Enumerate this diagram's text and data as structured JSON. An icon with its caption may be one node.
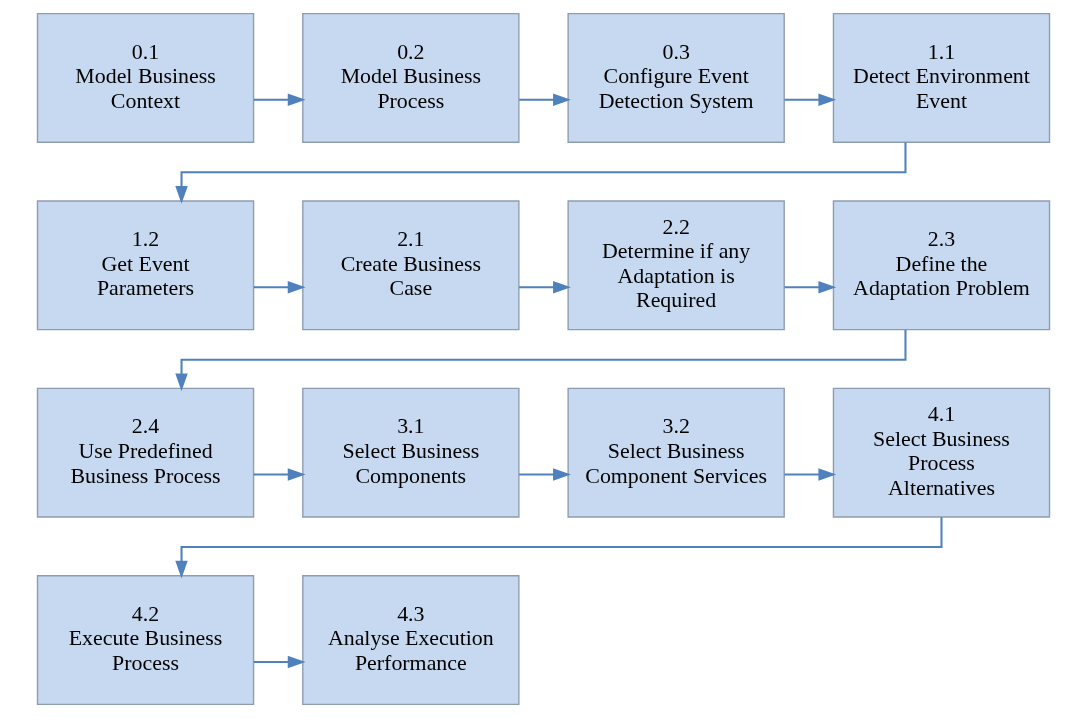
{
  "diagram": {
    "nodes": [
      {
        "text": [
          "0.1",
          "Model Business Context"
        ]
      },
      {
        "text": [
          "0.2",
          "Model Business Process"
        ]
      },
      {
        "text": [
          "0.3",
          "Configure Event Detection System"
        ]
      },
      {
        "text": [
          "1.1",
          "Detect Environment Event"
        ]
      },
      {
        "text": [
          "1.2",
          "Get Event Parameters"
        ]
      },
      {
        "text": [
          "2.1",
          "Create Business Case"
        ]
      },
      {
        "text": [
          "2.2",
          "Determine if any Adaptation is Required"
        ]
      },
      {
        "text": [
          "2.3",
          "Define the Adaptation Problem"
        ]
      },
      {
        "text": [
          "2.4",
          "Use Predefined Business Process"
        ]
      },
      {
        "text": [
          "3.1",
          "Select Business Components"
        ]
      },
      {
        "text": [
          "3.2",
          "Select Business Component Services"
        ]
      },
      {
        "text": [
          "4.1",
          "Select Business Process Alternatives"
        ]
      },
      {
        "text": [
          "4.2",
          "Execute Business Process"
        ]
      },
      {
        "text": [
          "4.3",
          "Analyse Execution Performance"
        ]
      }
    ],
    "edges": [
      {
        "from": 0,
        "to": 1,
        "arrow": "to"
      },
      {
        "from": 1,
        "to": 2,
        "arrow": "to"
      },
      {
        "from": 2,
        "to": 3,
        "arrow": "to"
      },
      {
        "from": 3,
        "to": 4,
        "arrow": "to"
      },
      {
        "from": 4,
        "to": 5,
        "arrow": "to"
      },
      {
        "from": 5,
        "to": 6,
        "arrow": "to"
      },
      {
        "from": 6,
        "to": 7,
        "arrow": "to"
      },
      {
        "from": 7,
        "to": 8,
        "arrow": "to"
      },
      {
        "from": 8,
        "to": 9,
        "arrow": "to"
      },
      {
        "from": 9,
        "to": 10,
        "arrow": "to"
      },
      {
        "from": 10,
        "to": 11,
        "arrow": "to"
      },
      {
        "from": 11,
        "to": 12,
        "arrow": "to"
      },
      {
        "from": 12,
        "to": 13,
        "arrow": "to"
      }
    ]
  }
}
